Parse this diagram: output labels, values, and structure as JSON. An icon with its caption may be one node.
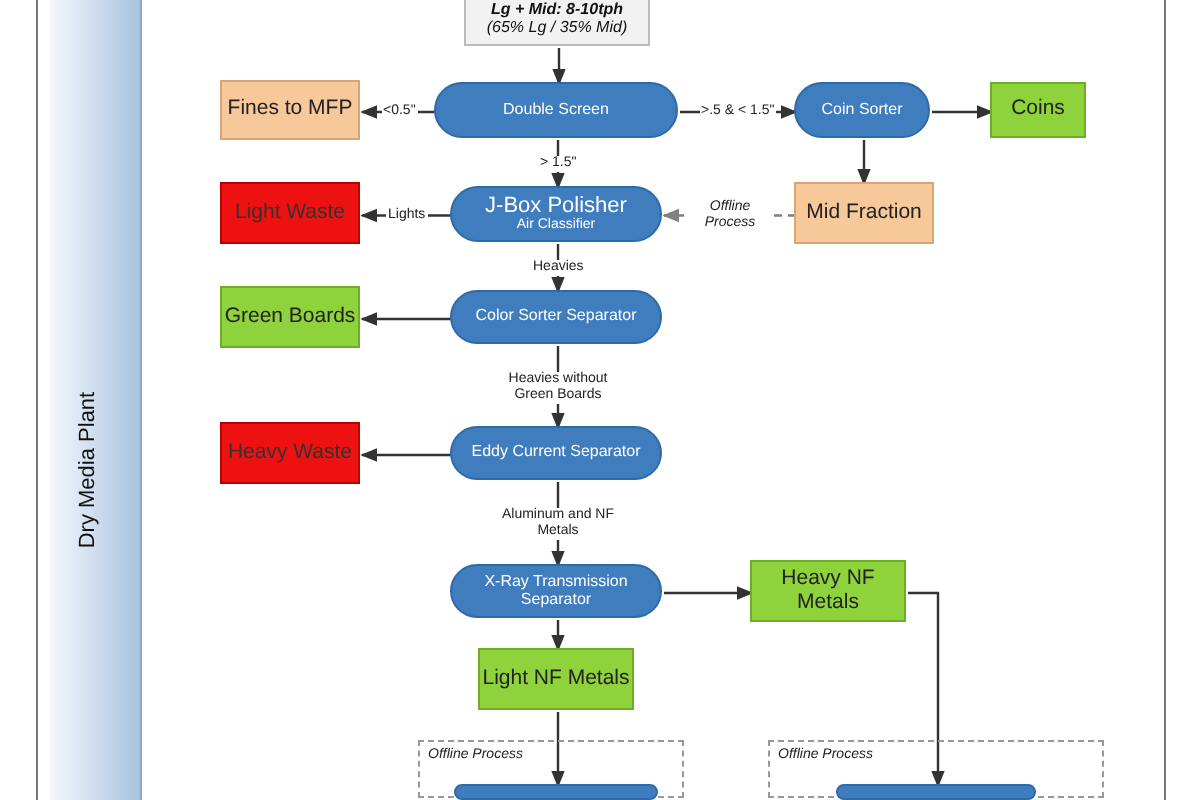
{
  "diagram": {
    "nodes": [
      {
        "text": [
          "Lg + Mid: 8-10tph",
          "(65% Lg / 35% Mid)"
        ]
      },
      {
        "text": [
          "Double Screen"
        ]
      },
      {
        "text": [
          "Fines to MFP"
        ]
      },
      {
        "text": [
          "Coin Sorter"
        ]
      },
      {
        "text": [
          "Coins"
        ]
      },
      {
        "text": [
          "J-Box Polisher",
          "Air Classifier"
        ]
      },
      {
        "text": [
          "Light Waste"
        ]
      },
      {
        "text": [
          "Mid Fraction"
        ]
      },
      {
        "text": [
          "Green Boards"
        ]
      },
      {
        "text": [
          "Color Sorter Separator"
        ]
      },
      {
        "text": [
          "Heavy Waste"
        ]
      },
      {
        "text": [
          "Eddy Current Separator"
        ]
      },
      {
        "text": [
          "X-Ray Transmission Separator"
        ]
      },
      {
        "text": [
          "Heavy NF Metals"
        ]
      },
      {
        "text": [
          "Light NF Metals"
        ]
      },
      {
        "text": [
          "Offline Process"
        ]
      },
      {
        "text": [],
        "shape": "box",
        "in": 15
      },
      {
        "text": [
          "Offline Process"
        ]
      },
      {
        "text": [],
        "shape": "box",
        "in": 17
      }
    ],
    "edges": [
      {
        "from": 0,
        "to": 1,
        "arrow": "to"
      },
      {
        "from": 1,
        "to": 2,
        "arrow": "to",
        "label": "<0.5\""
      },
      {
        "from": 1,
        "to": 3,
        "arrow": "to",
        "label": ">.5 & < 1.5\""
      },
      {
        "from": 3,
        "to": 4,
        "arrow": "to"
      },
      {
        "from": 3,
        "to": 7,
        "arrow": "to"
      },
      {
        "from": 1,
        "to": 5,
        "arrow": "to",
        "label": "> 1.5\""
      },
      {
        "from": 5,
        "to": 6,
        "arrow": "to",
        "label": "Lights"
      },
      {
        "from": 7,
        "to": 5,
        "arrow": "to",
        "label": "Offline Process",
        "style": "dashed",
        "color": "#808080"
      },
      {
        "from": 5,
        "to": 9,
        "arrow": "to",
        "label": "Heavies"
      },
      {
        "from": 9,
        "to": 8,
        "arrow": "to"
      },
      {
        "from": 9,
        "to": 11,
        "arrow": "to",
        "label": "Heavies without Green Boards"
      },
      {
        "from": 11,
        "to": 10,
        "arrow": "to"
      },
      {
        "from": 11,
        "to": 12,
        "arrow": "to",
        "label": "Aluminum and NF Metals"
      },
      {
        "from": 12,
        "to": 13,
        "arrow": "to"
      },
      {
        "from": 12,
        "to": 14,
        "arrow": "to"
      },
      {
        "from": 14,
        "to": 16,
        "arrow": "to"
      },
      {
        "from": 13,
        "to": 18,
        "arrow": "to"
      }
    ],
    "labels": [
      "Dry Media Plant"
    ]
  }
}
